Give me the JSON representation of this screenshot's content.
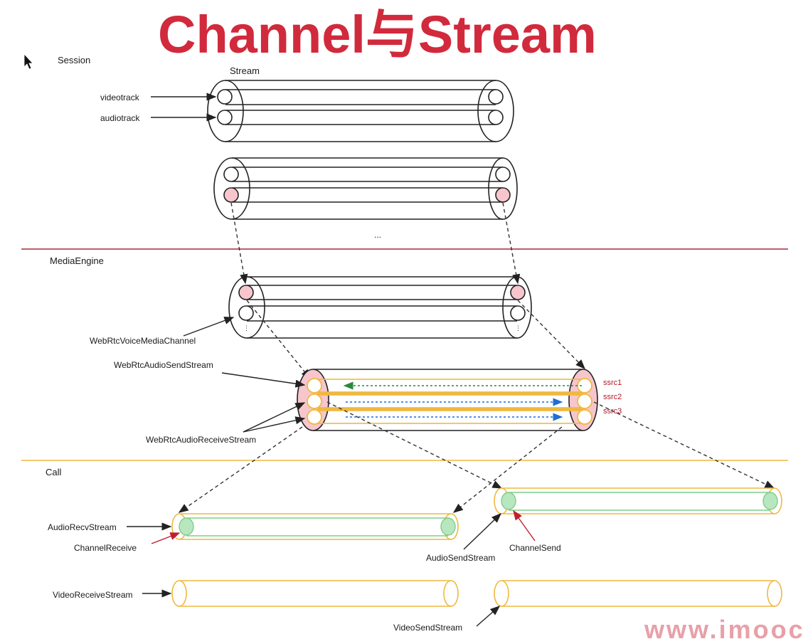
{
  "title": "Channel与Stream",
  "watermark": "www.imooc",
  "sections": {
    "session": "Session",
    "media_engine": "MediaEngine",
    "call": "Call"
  },
  "session_labels": {
    "stream": "Stream",
    "videotrack": "videotrack",
    "audiotrack": "audiotrack",
    "ellipsis": "..."
  },
  "media_labels": {
    "voice_channel": "WebRtcVoiceMediaChannel",
    "audio_send_stream": "WebRtcAudioSendStream",
    "audio_receive_stream": "WebRtcAudioReceiveStream",
    "ssrc1": "ssrc1",
    "ssrc2": "ssrc2",
    "ssrc3": "ssrc3"
  },
  "call_labels": {
    "audio_recv_stream": "AudioRecvStream",
    "channel_receive": "ChannelReceive",
    "audio_send_stream": "AudioSendStream",
    "channel_send": "ChannelSend",
    "video_receive_stream": "VideoReceiveStream",
    "video_send_stream": "VideoSendStream"
  },
  "colors": {
    "title": "#d12a3c",
    "section_line_session": "#a8283a",
    "section_line_media": "#f0b840",
    "pink_fill": "#f7c6cc",
    "green_fill": "#b8e6bf",
    "orange_stroke": "#f0b840",
    "green_arrow": "#2a8a3a",
    "blue_arrow": "#1f6fd0",
    "ssrc_text": "#b01a2a"
  }
}
